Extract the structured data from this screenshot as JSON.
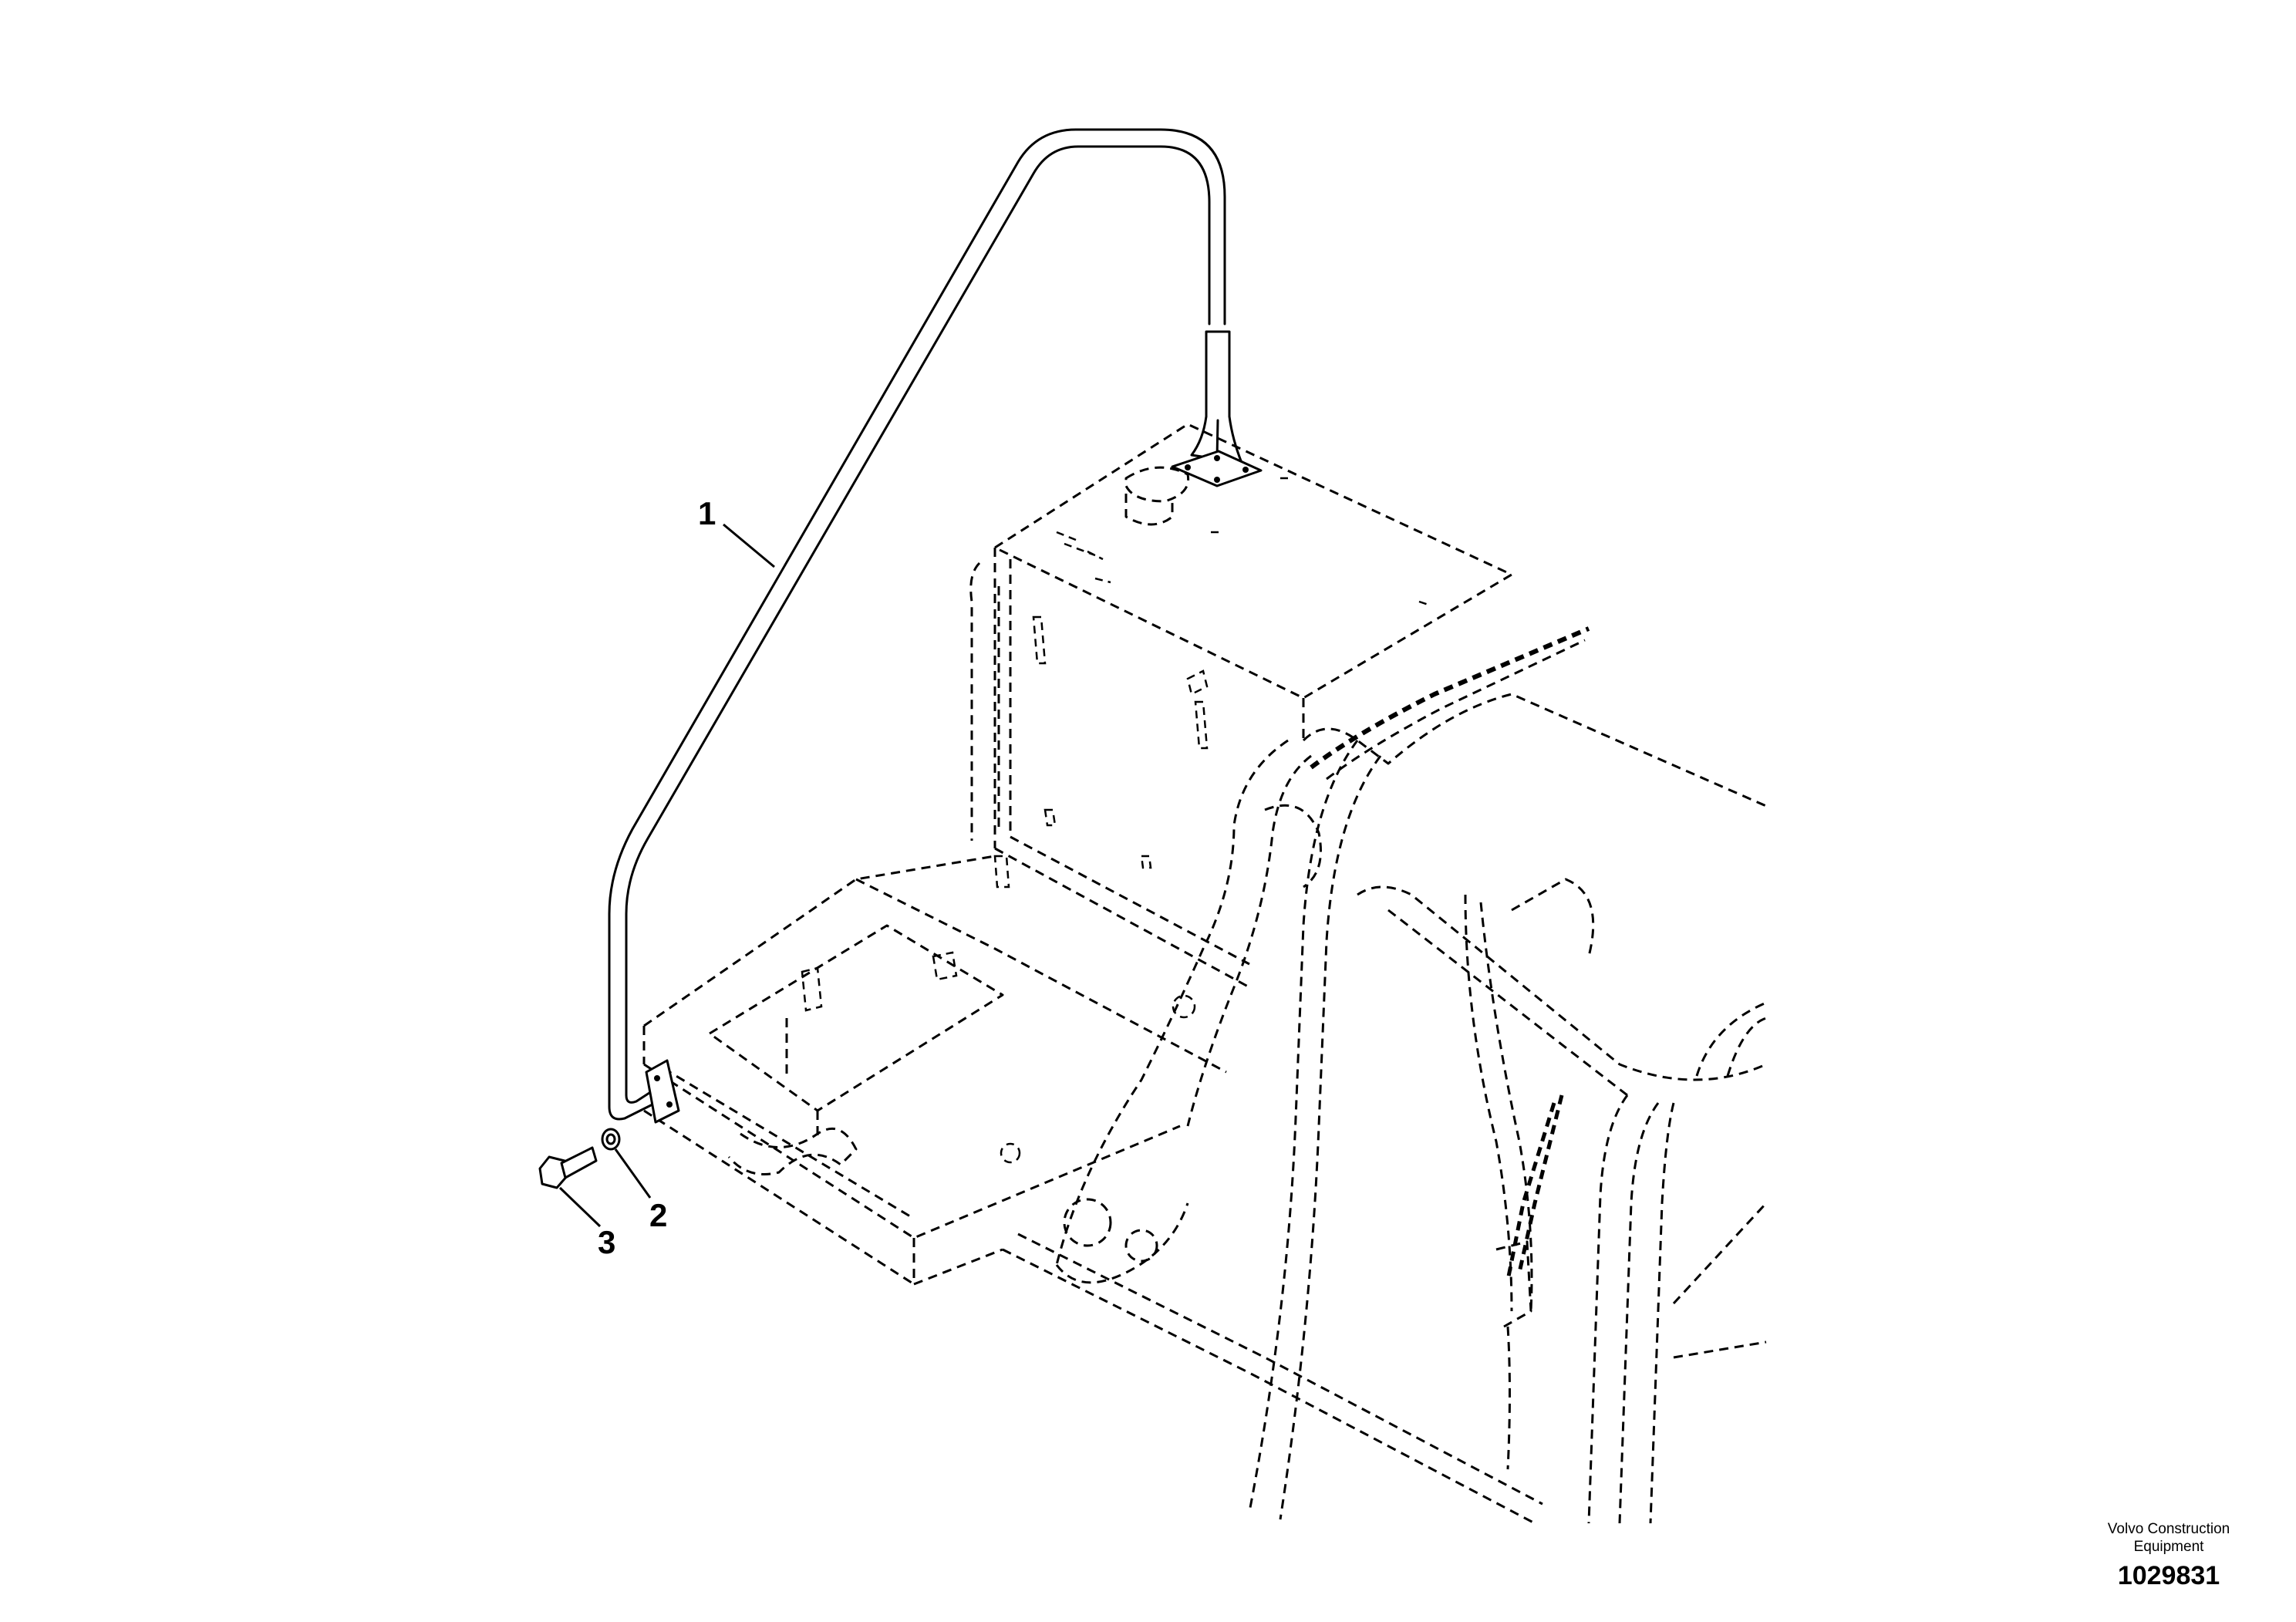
{
  "callouts": [
    {
      "id": "1",
      "label": "1"
    },
    {
      "id": "2",
      "label": "2"
    },
    {
      "id": "3",
      "label": "3"
    }
  ],
  "brand": {
    "line1": "Volvo Construction",
    "line2": "Equipment"
  },
  "drawing_number": "1029831"
}
